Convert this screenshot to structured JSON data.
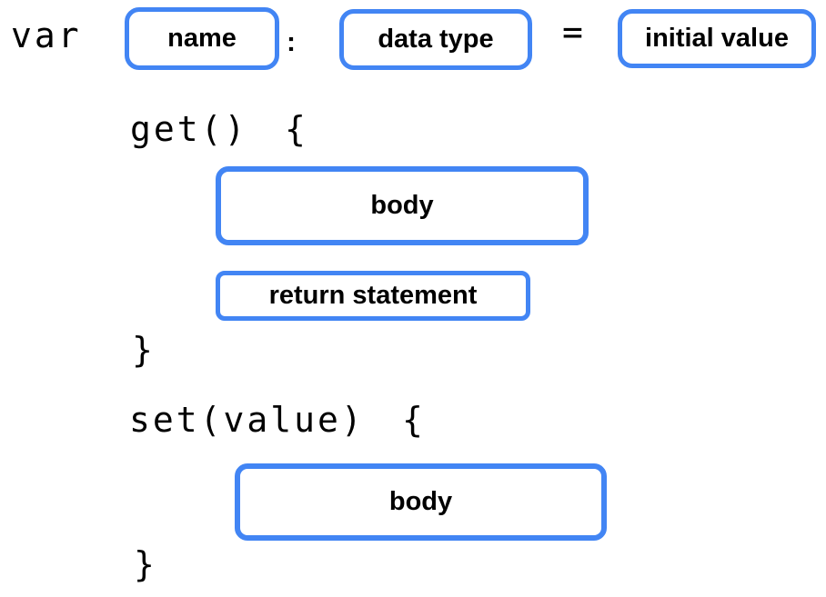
{
  "colors": {
    "box_border": "#4285F4",
    "text": "#000000",
    "background": "#FFFFFF"
  },
  "declaration": {
    "keyword": "var",
    "colon": ":",
    "equals": "=",
    "name_box": {
      "label": "name"
    },
    "data_type_box": {
      "label": "data type"
    },
    "initial_value_box": {
      "label": "initial value"
    }
  },
  "getter": {
    "signature": "get()",
    "open_brace": "{",
    "body_box": {
      "label": "body"
    },
    "return_box": {
      "label": "return statement"
    },
    "close_brace": "}"
  },
  "setter": {
    "signature": "set(value)",
    "open_brace": "{",
    "body_box": {
      "label": "body"
    },
    "close_brace": "}"
  }
}
